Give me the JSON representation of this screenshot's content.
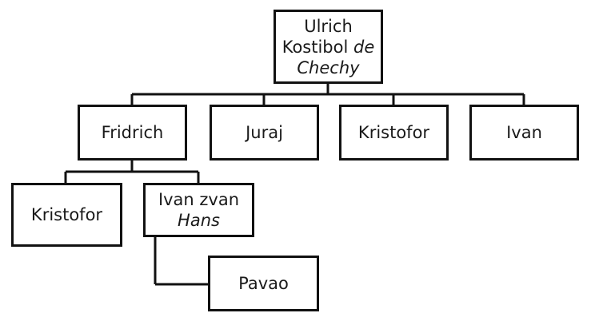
{
  "tree": {
    "root": {
      "line1": "Ulrich",
      "line2": "Kostibol",
      "line2_em": "de",
      "line3_em": "Chechy"
    },
    "children": {
      "fridrich": "Fridrich",
      "juraj": "Juraj",
      "kristofor": "Kristofor",
      "ivan": "Ivan"
    },
    "grandchildren": {
      "kristofor": "Kristofor",
      "ivan_line1": "Ivan zvan",
      "ivan_line2_em": "Hans"
    },
    "great_grandchildren": {
      "pavao": "Pavao"
    }
  },
  "colors": {
    "border": "#111111",
    "text": "#1a1a1a",
    "background": "#ffffff"
  }
}
